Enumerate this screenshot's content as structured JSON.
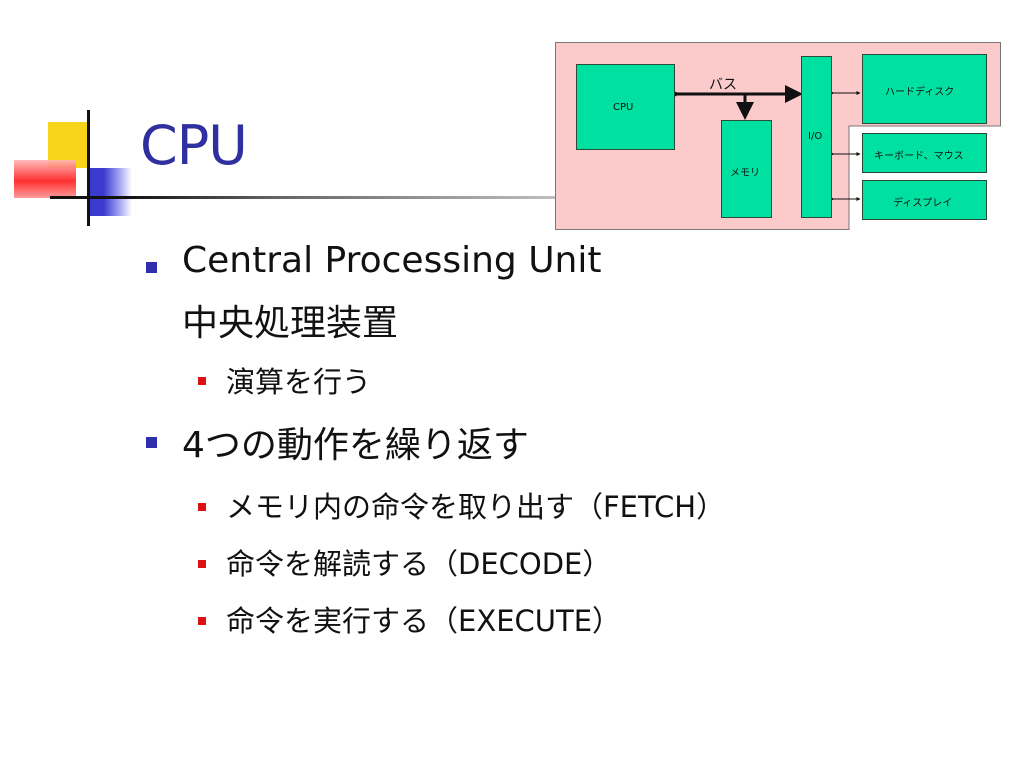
{
  "slide": {
    "title": "CPU",
    "bullets": [
      {
        "text": "Central Processing Unit",
        "subtext": "中央処理装置",
        "children": [
          {
            "text": "演算を行う"
          }
        ]
      },
      {
        "text": "4つの動作を繰り返す",
        "children": [
          {
            "text": "メモリ内の命令を取り出す（FETCH）"
          },
          {
            "text": "命令を解読する（DECODE）"
          },
          {
            "text": "命令を実行する（EXECUTE）"
          }
        ]
      }
    ]
  },
  "diagram": {
    "bus_label": "バス",
    "cpu_label": "CPU",
    "memory_label": "メモリ",
    "io_label": "I/O",
    "devices": [
      "ハードディスク",
      "キーボード、マウス",
      "ディスプレイ"
    ]
  },
  "colors": {
    "title": "#2f2f9f",
    "component_fill": "#00e0a0",
    "diagram_background": "#fbcaca",
    "bullet_level1": "#2f2fae",
    "bullet_level2": "#dd1111"
  }
}
